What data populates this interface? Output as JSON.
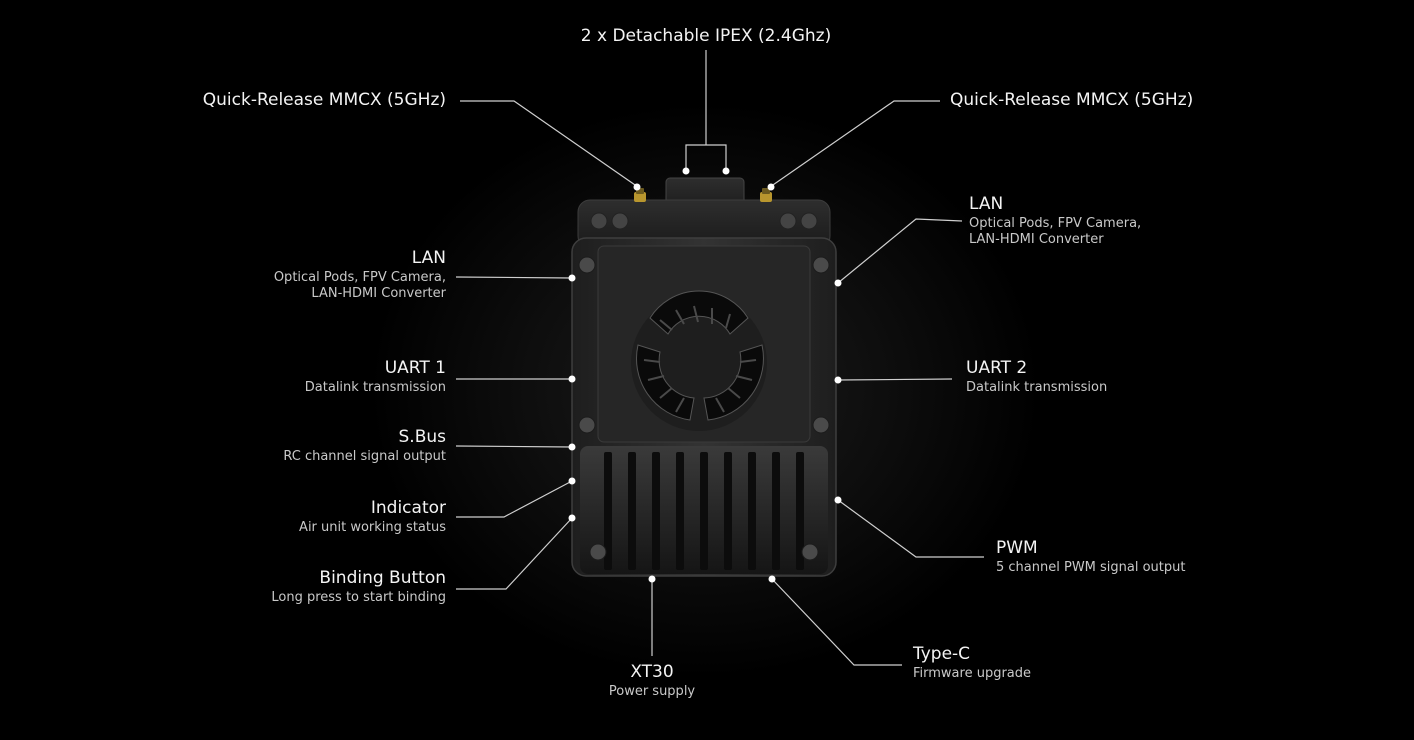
{
  "callouts": {
    "ipex_top": {
      "title": "2 x Detachable IPEX (2.4Ghz)"
    },
    "mmcx_left": {
      "title": "Quick-Release MMCX (5GHz)"
    },
    "mmcx_right": {
      "title": "Quick-Release MMCX (5GHz)"
    },
    "lan_left": {
      "title": "LAN",
      "line1": "Optical Pods, FPV Camera,",
      "line2": "LAN-HDMI Converter"
    },
    "lan_right": {
      "title": "LAN",
      "line1": "Optical Pods, FPV Camera,",
      "line2": "LAN-HDMI Converter"
    },
    "uart1": {
      "title": "UART 1",
      "sub": "Datalink transmission"
    },
    "uart2": {
      "title": "UART 2",
      "sub": "Datalink transmission"
    },
    "sbus": {
      "title": "S.Bus",
      "sub": "RC channel signal output"
    },
    "indicator": {
      "title": "Indicator",
      "sub": "Air unit working status"
    },
    "binding": {
      "title": "Binding Button",
      "sub": "Long press to start binding"
    },
    "pwm": {
      "title": "PWM",
      "sub": "5 channel PWM signal output"
    },
    "xt30": {
      "title": "XT30",
      "sub": "Power supply"
    },
    "typec": {
      "title": "Type-C",
      "sub": "Firmware upgrade"
    }
  },
  "colors": {
    "background": "#000000",
    "device_body": "#2a2a2a",
    "connector_gold": "#b8962e",
    "leader_line": "#cfcfcf"
  }
}
